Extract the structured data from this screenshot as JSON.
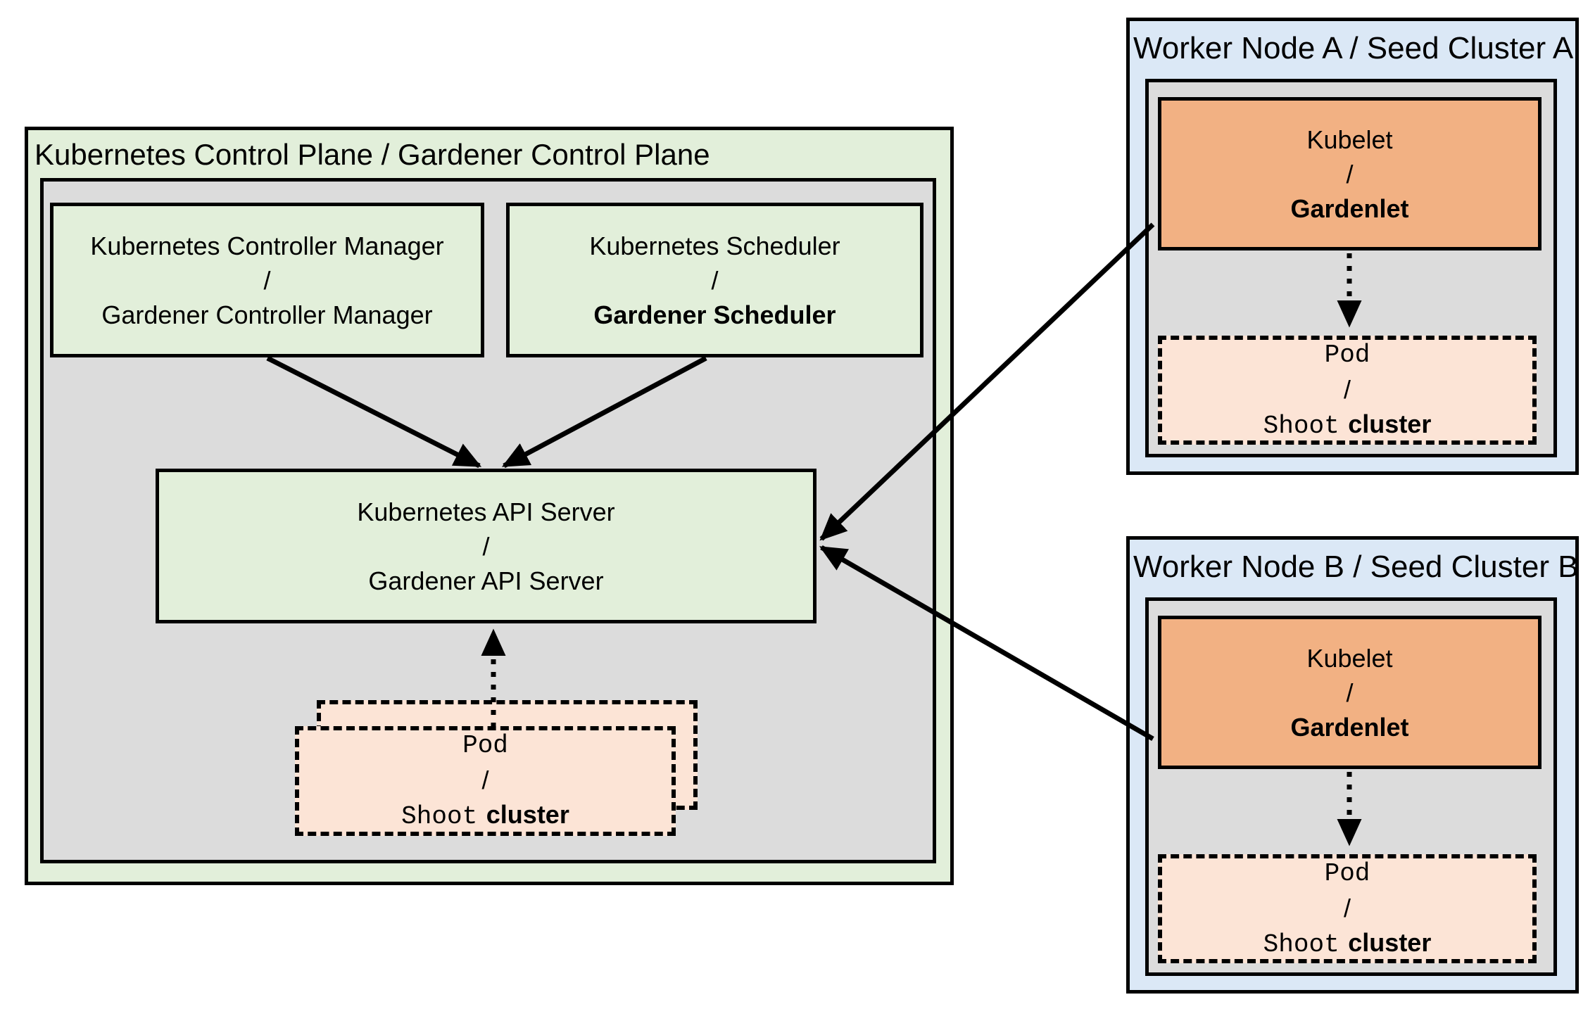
{
  "diagram": {
    "control_plane": {
      "title": "Kubernetes Control Plane / Gardener Control Plane",
      "controller_manager": {
        "line1": "Kubernetes Controller Manager",
        "separator": "/",
        "line2": "Gardener Controller Manager"
      },
      "scheduler": {
        "line1": "Kubernetes Scheduler",
        "separator": "/",
        "line2": "Gardener Scheduler"
      },
      "api_server": {
        "line1": "Kubernetes API Server",
        "separator": "/",
        "line2": "Gardener API Server"
      },
      "pod_stack": {
        "line1": "Pod",
        "separator": "/",
        "line2_part1": "Shoot",
        "line2_part2": "cluster"
      }
    },
    "worker_node_a": {
      "title": "Worker Node A / Seed Cluster A",
      "kubelet": {
        "line1": "Kubelet",
        "separator": "/",
        "line2": "Gardenlet"
      },
      "pod": {
        "line1": "Pod",
        "separator": "/",
        "line2_part1": "Shoot",
        "line2_part2": "cluster"
      }
    },
    "worker_node_b": {
      "title": "Worker Node B / Seed Cluster B",
      "kubelet": {
        "line1": "Kubelet",
        "separator": "/",
        "line2": "Gardenlet"
      },
      "pod": {
        "line1": "Pod",
        "separator": "/",
        "line2_part1": "Shoot",
        "line2_part2": "cluster"
      }
    }
  },
  "colors": {
    "control_plane_fill": "#e2efda",
    "component_green_fill": "#e2efda",
    "inner_gray_fill": "#dcdcdc",
    "worker_node_fill": "#dbe8f6",
    "kubelet_fill": "#f2b183",
    "pod_fill": "#fce4d6",
    "border_and_arrows": "#000000"
  }
}
